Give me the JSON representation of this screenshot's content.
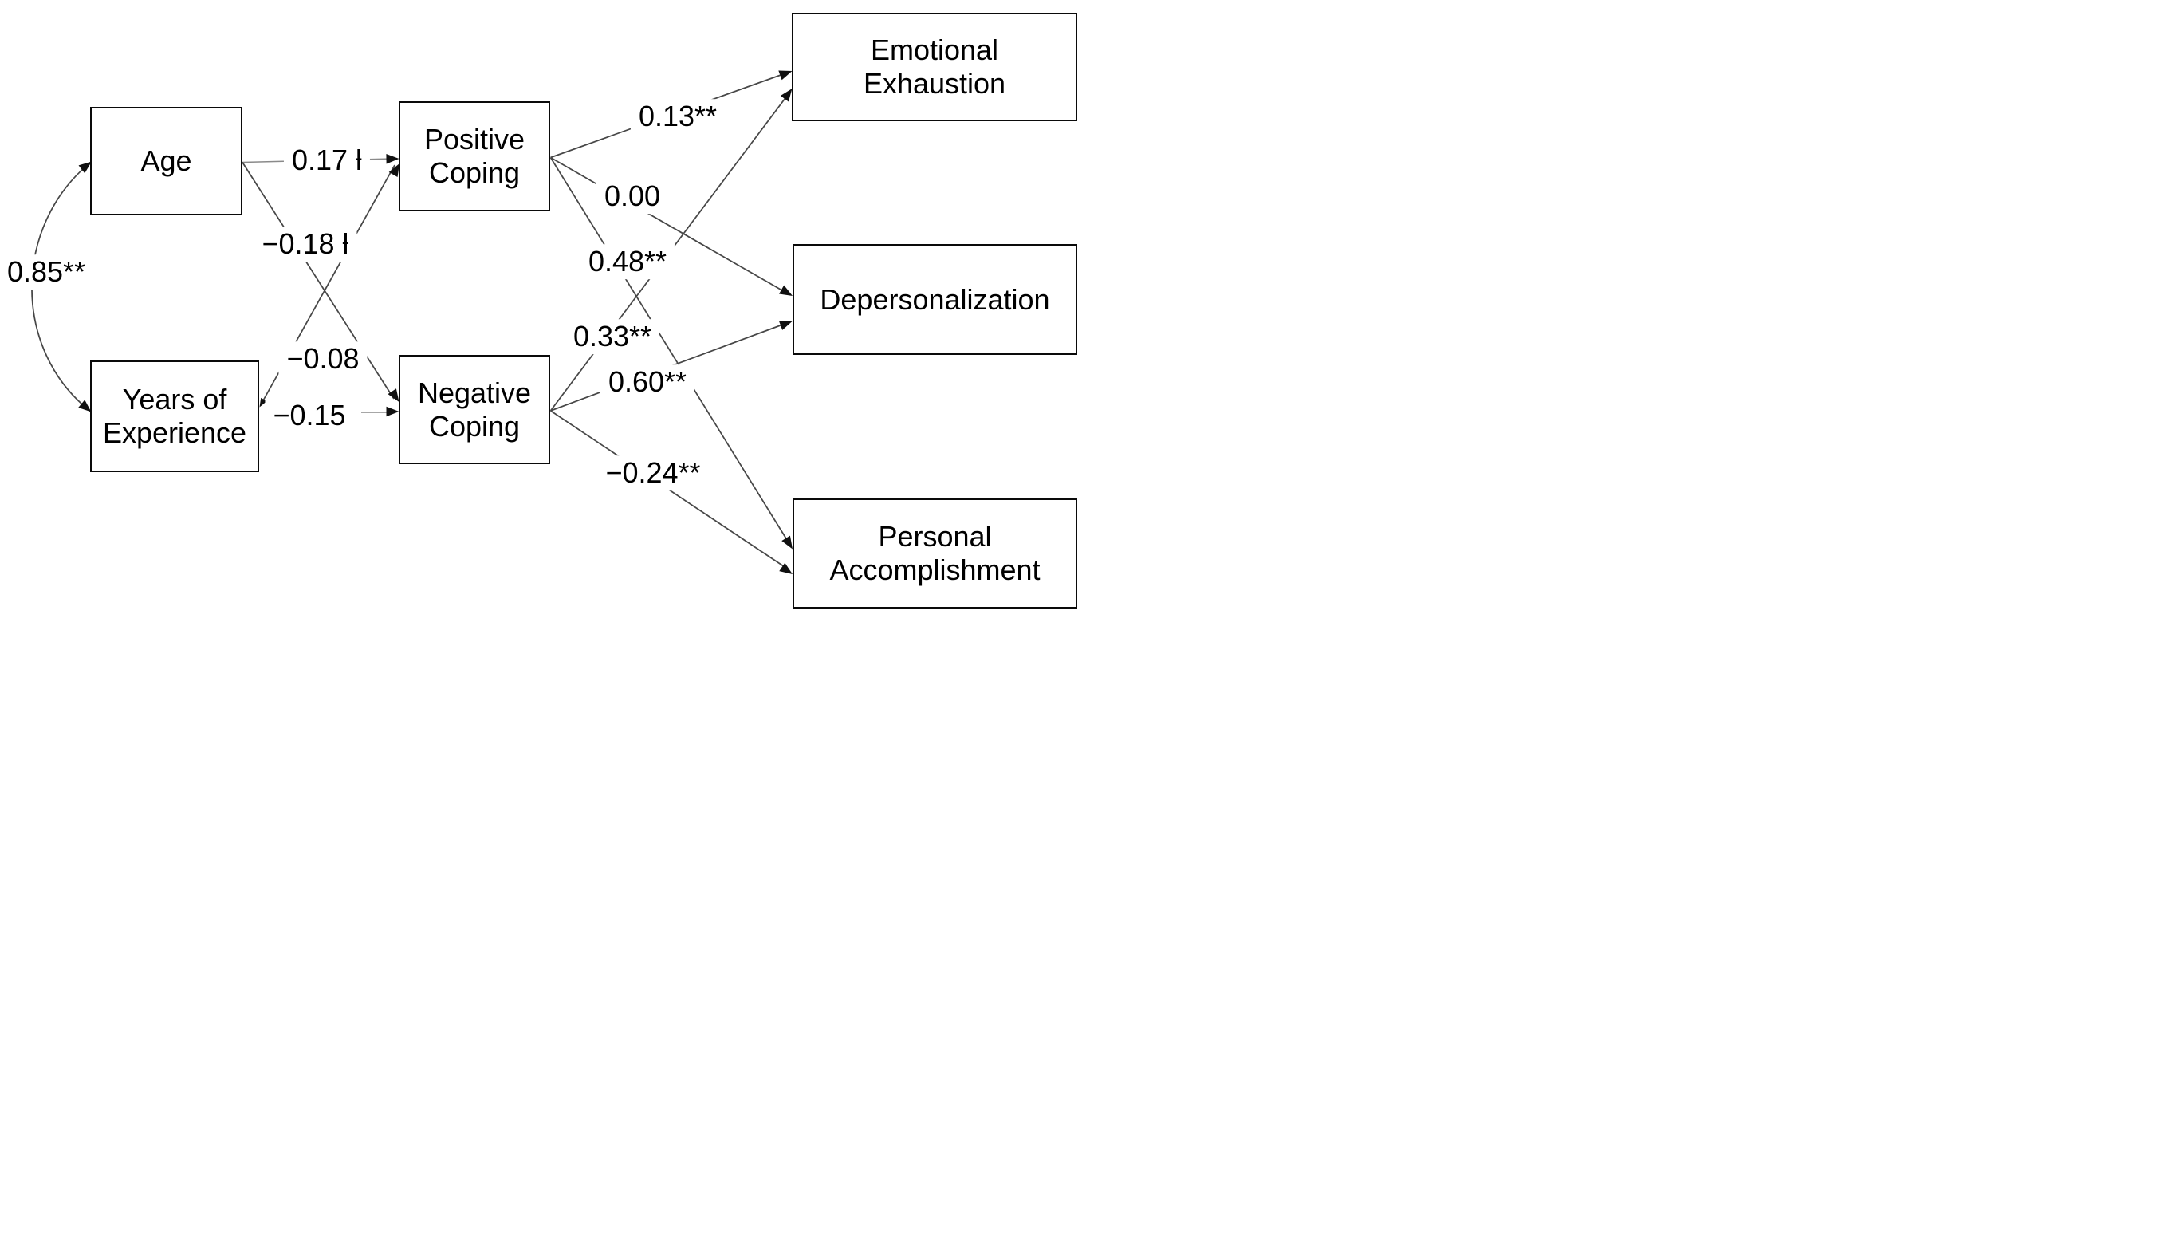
{
  "diagram": {
    "type": "path-analysis",
    "nodes": {
      "age": {
        "label": "Age"
      },
      "yoe": {
        "label": "Years of Experience"
      },
      "pc": {
        "label": "Positive Coping"
      },
      "nc": {
        "label": "Negative Coping"
      },
      "ee": {
        "label": "Emotional Exhaustion"
      },
      "dep": {
        "label": "Depersonalization"
      },
      "pa": {
        "label": "Personal Accomplishment"
      }
    },
    "paths": {
      "age_yoe": {
        "from": "Age",
        "to": "Years of Experience",
        "arrow": "double-curved",
        "coef": "0.85**"
      },
      "age_pc": {
        "from": "Age",
        "to": "Positive Coping",
        "arrow": "single",
        "coef": "0.17 ƚ"
      },
      "age_nc": {
        "from": "Age",
        "to": "Negative Coping",
        "arrow": "single",
        "coef": "−0.18 ƚ"
      },
      "yoe_pc": {
        "from": "Years of Experience",
        "to": "Positive Coping",
        "arrow": "single",
        "coef": "−0.08"
      },
      "yoe_nc": {
        "from": "Years of Experience",
        "to": "Negative Coping",
        "arrow": "single",
        "coef": "−0.15"
      },
      "pc_ee": {
        "from": "Positive Coping",
        "to": "Emotional Exhaustion",
        "arrow": "single",
        "coef": "0.13**"
      },
      "pc_dep": {
        "from": "Positive Coping",
        "to": "Depersonalization",
        "arrow": "single",
        "coef": "0.00"
      },
      "pc_pa": {
        "from": "Positive Coping",
        "to": "Personal Accomplishment",
        "arrow": "single",
        "coef": "0.60**"
      },
      "nc_ee": {
        "from": "Negative Coping",
        "to": "Emotional Exhaustion",
        "arrow": "single",
        "coef": "0.48**"
      },
      "nc_dep": {
        "from": "Negative Coping",
        "to": "Depersonalization",
        "arrow": "single",
        "coef": "0.33**"
      },
      "nc_pa": {
        "from": "Negative Coping",
        "to": "Personal Accomplishment",
        "arrow": "single",
        "coef": "−0.24**"
      }
    },
    "colors": {
      "background": "#ffffff",
      "box_border": "#0a0a0a",
      "line": "#474747",
      "light_line": "#8a8a8a",
      "text": "#000000"
    }
  }
}
